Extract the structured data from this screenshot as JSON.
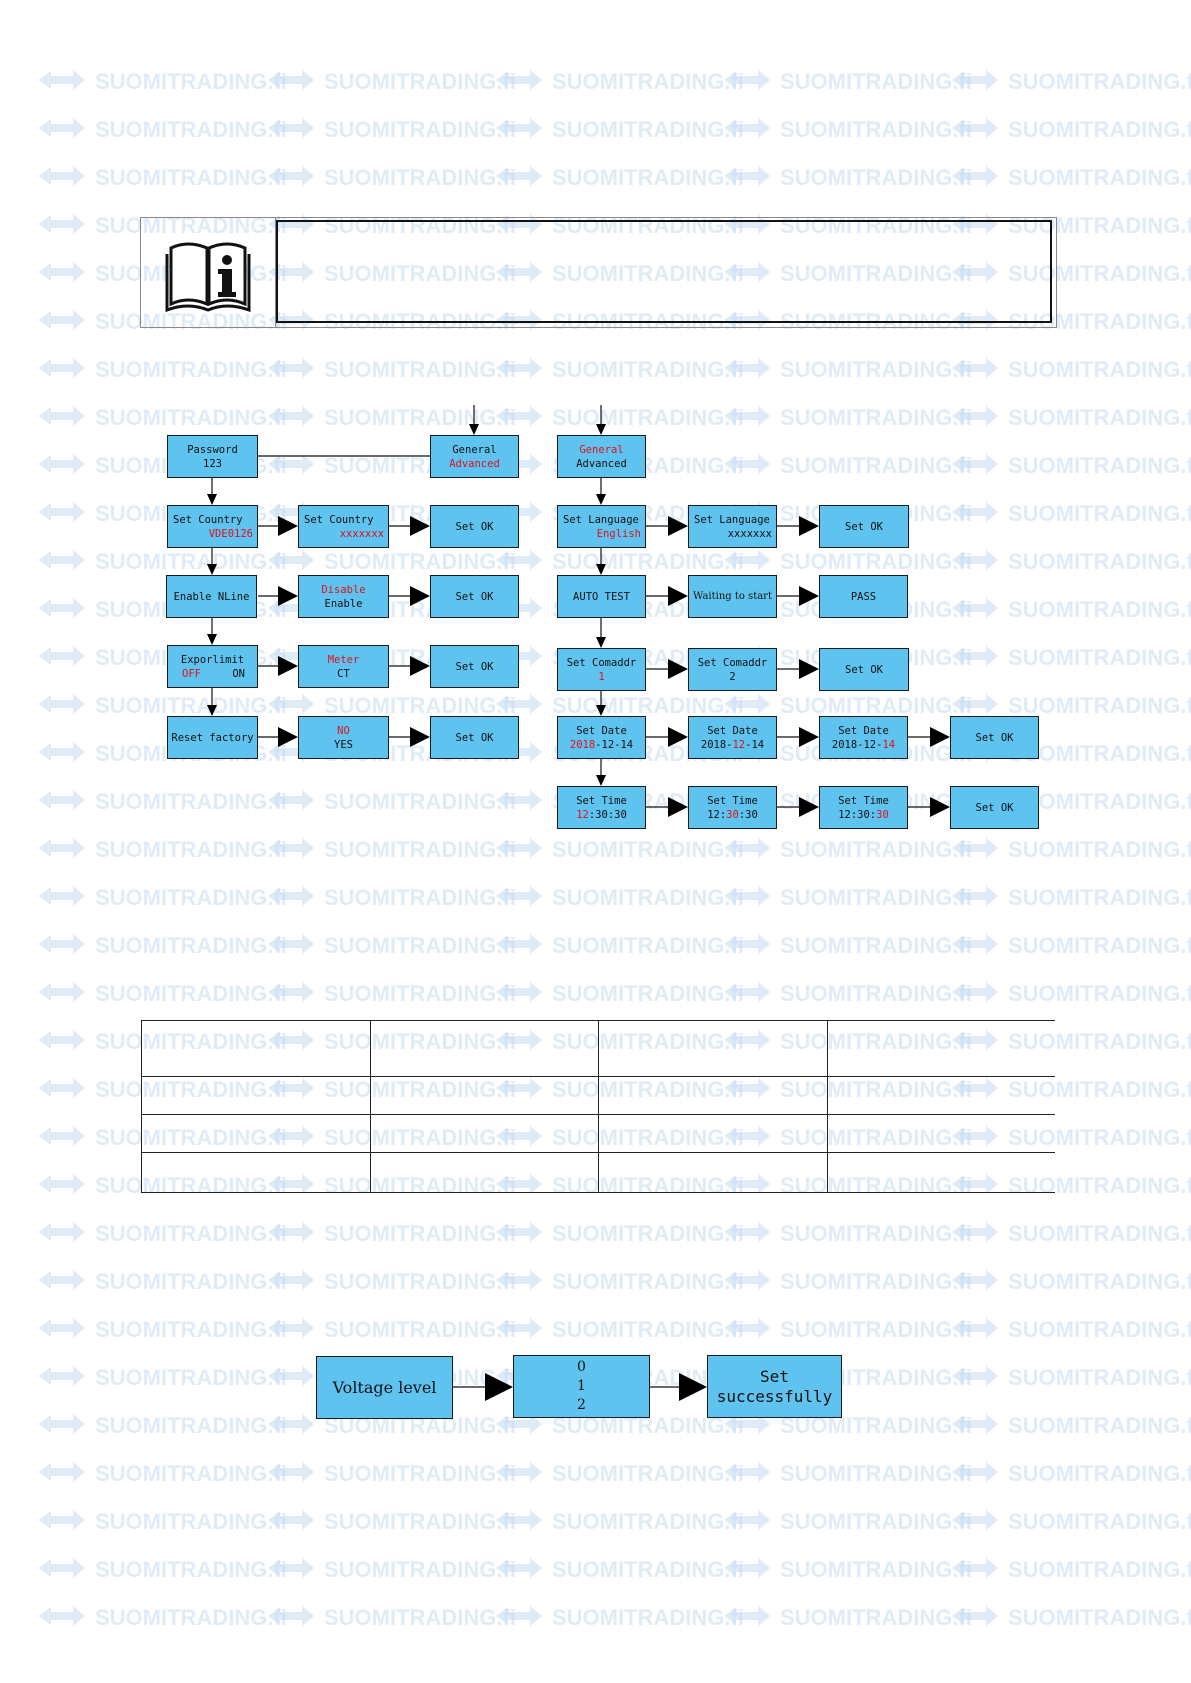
{
  "watermark": {
    "brand": "SUOMITRADING.fi"
  },
  "notice": {
    "icon": "info-book-icon"
  },
  "diagram": {
    "left_flow": {
      "password": {
        "line1": "Password",
        "line2": "123"
      },
      "general": {
        "line1": "General",
        "line2": "Advanced"
      },
      "set_country": {
        "line1": "Set Country",
        "line2": "VDE0126"
      },
      "set_country2": {
        "line1": "Set Country",
        "line2": "xxxxxxx"
      },
      "set_ok_1": "Set OK",
      "enable_nline": "Enable NLine",
      "disable_enable": {
        "line1": "Disable",
        "line2": "Enable"
      },
      "set_ok_2": "Set OK",
      "exportlimit": {
        "line1": "Exporlimit",
        "off": "OFF",
        "on": "ON"
      },
      "meter_ct": {
        "line1": "Meter",
        "line2": "CT"
      },
      "set_ok_3": "Set OK",
      "reset_factory": "Reset factory",
      "no_yes": {
        "line1": "NO",
        "line2": "YES"
      },
      "set_ok_4": "Set OK"
    },
    "right_flow": {
      "general": {
        "line1": "General",
        "line2": "Advanced"
      },
      "set_language": {
        "line1": "Set Language",
        "line2": "English"
      },
      "set_language2": {
        "line1": "Set Language",
        "line2": "xxxxxxx"
      },
      "set_ok_1": "Set OK",
      "auto_test": "AUTO TEST",
      "waiting": "Waiting to start",
      "pass": "PASS",
      "set_comaddr": {
        "line1": "Set Comaddr",
        "line2": "1"
      },
      "set_comaddr2": {
        "line1": "Set Comaddr",
        "line2": "2"
      },
      "set_ok_2": "Set OK",
      "set_date_1": {
        "line1": "Set Date",
        "year": "2018",
        "rest": "-12-14"
      },
      "set_date_2": {
        "line1": "Set Date",
        "pre": "2018-",
        "month": "12",
        "post": "-14"
      },
      "set_date_3": {
        "line1": "Set Date",
        "pre": "2018-12-",
        "day": "14"
      },
      "set_ok_3": "Set OK",
      "set_time_1": {
        "line1": "Set Time",
        "hour": "12",
        "rest": ":30:30"
      },
      "set_time_2": {
        "line1": "Set Time",
        "pre": "12:",
        "min": "30",
        "post": ":30"
      },
      "set_time_3": {
        "line1": "Set Time",
        "pre": "12:30:",
        "sec": "30"
      },
      "set_ok_4": "Set OK"
    },
    "voltage_flow": {
      "voltage_level": "Voltage level",
      "opt0": "0",
      "opt1": "1",
      "opt2": "2",
      "set1": "Set",
      "set2": "successfully"
    }
  },
  "colors": {
    "box": "#5ec3ee",
    "highlight": "#e0101a",
    "watermark": "#c5dcf2"
  }
}
